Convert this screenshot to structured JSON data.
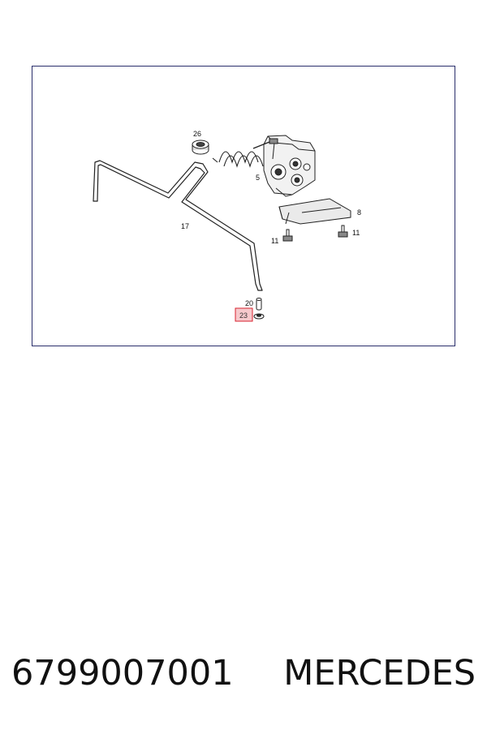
{
  "diagram": {
    "labels": {
      "l26": "26",
      "l5": "5",
      "l17": "17",
      "l8": "8",
      "l11a": "11",
      "l11b": "11",
      "l20": "20",
      "l23": "23"
    },
    "highlighted_part": "23",
    "colors": {
      "frame": "#2a2f6b",
      "highlight_stroke": "#d8232f",
      "highlight_fill": "#f6c9cc",
      "line": "#222222"
    }
  },
  "caption": {
    "part_number": "6799007001",
    "brand": "MERCEDES"
  }
}
